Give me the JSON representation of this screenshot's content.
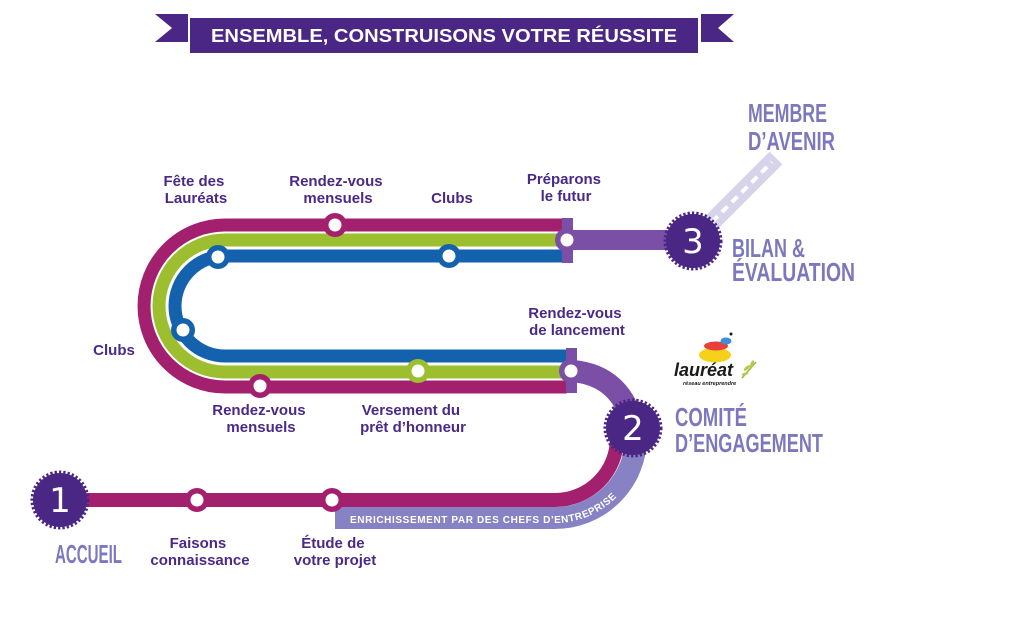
{
  "banner": {
    "title": "ENSEMBLE, CONSTRUISONS VOTRE RÉUSSITE"
  },
  "steps": [
    {
      "number": "1",
      "label": [
        "ACCUEIL"
      ]
    },
    {
      "number": "2",
      "label": [
        "COMITÉ",
        "D’ENGAGEMENT"
      ]
    },
    {
      "number": "3",
      "label": [
        "BILAN &",
        "ÉVALUATION"
      ]
    }
  ],
  "destination": {
    "label": [
      "MEMBRE",
      "D’AVENIR"
    ]
  },
  "stations": {
    "faisons_connaissance": [
      "Faisons",
      "connaissance"
    ],
    "etude_projet": [
      "Étude de",
      "votre projet"
    ],
    "rdv_lancement": [
      "Rendez-vous",
      "de lancement"
    ],
    "versement_pret": [
      "Versement du",
      "prêt d’honneur"
    ],
    "rdv_mensuels_bottom": [
      "Rendez-vous",
      "mensuels"
    ],
    "clubs_left": [
      "Clubs"
    ],
    "fete_laureats": [
      "Fête des",
      "Lauréats"
    ],
    "rdv_mensuels_top": [
      "Rendez-vous",
      "mensuels"
    ],
    "clubs_top": [
      "Clubs"
    ],
    "preparons_futur": [
      "Préparons",
      "le futur"
    ]
  },
  "band": {
    "text": "ENRICHISSEMENT PAR DES CHEFS D’ENTREPRISE"
  },
  "logo": {
    "name": "lauréat",
    "tagline": "réseau entreprendre"
  },
  "colors": {
    "magenta": "#a3206f",
    "green": "#9dbe2f",
    "blue": "#1462ad",
    "purple": "#7a4fa5",
    "dark_purple": "#4b2785",
    "lavender": "#8682c4",
    "road": "#d6d3ea"
  }
}
